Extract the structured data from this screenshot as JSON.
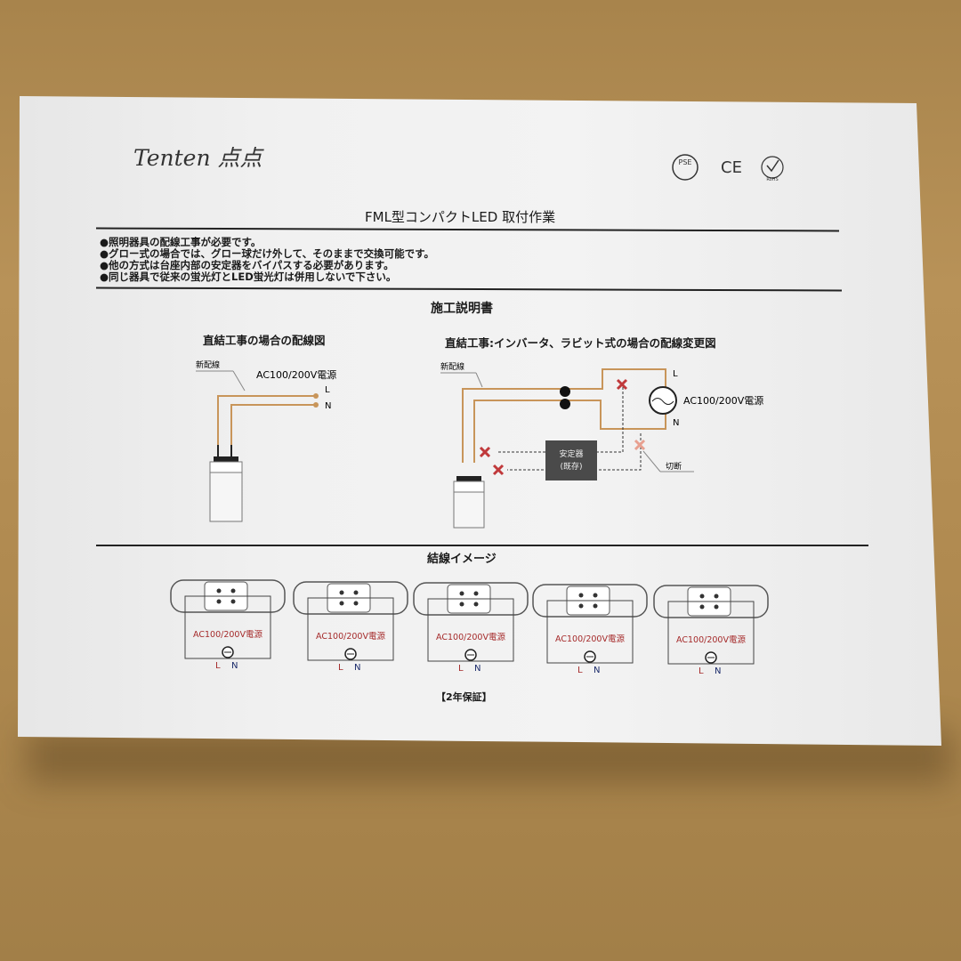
{
  "logo": {
    "text": "Tenten 点点"
  },
  "certifications": [
    {
      "name": "PSE"
    },
    {
      "name": "CE"
    },
    {
      "name": "RoHS"
    }
  ],
  "header": {
    "title": "FML型コンパクトLED 取付作業"
  },
  "notes": [
    "●照明器具の配線工事が必要です。",
    "●グロー式の場合では、グロー球だけ外して、そのままで交換可能です。",
    "●他の方式は台座内部の安定器をバイパスする必要があります。",
    "●同じ器具で従来の蛍光灯とLED蛍光灯は併用しないで下さい。"
  ],
  "section_title": "施工説明書",
  "diagram_left": {
    "title": "直結工事の場合の配線図",
    "new_wiring": "新配線",
    "power": "AC100/200V電源",
    "L": "L",
    "N": "N"
  },
  "diagram_right": {
    "title": "直結工事:インバータ、ラビット式の場合の配線変更図",
    "new_wiring": "新配線",
    "power": "AC100/200V電源",
    "L": "L",
    "N": "N",
    "ballast_line1": "安定器",
    "ballast_line2": "(既存)",
    "cut": "切断"
  },
  "connection_title": "結線イメージ",
  "connection_images": [
    {
      "power": "AC100/200V電源",
      "L": "L",
      "N": "N"
    },
    {
      "power": "AC100/200V電源",
      "L": "L",
      "N": "N"
    },
    {
      "power": "AC100/200V電源",
      "L": "L",
      "N": "N"
    },
    {
      "power": "AC100/200V電源",
      "L": "L",
      "N": "N"
    },
    {
      "power": "AC100/200V電源",
      "L": "L",
      "N": "N"
    }
  ],
  "warranty": "【2年保証】",
  "colors": {
    "wire": "#c8955a",
    "cross": "#c0393b",
    "ballast": "#4a4a4a"
  }
}
